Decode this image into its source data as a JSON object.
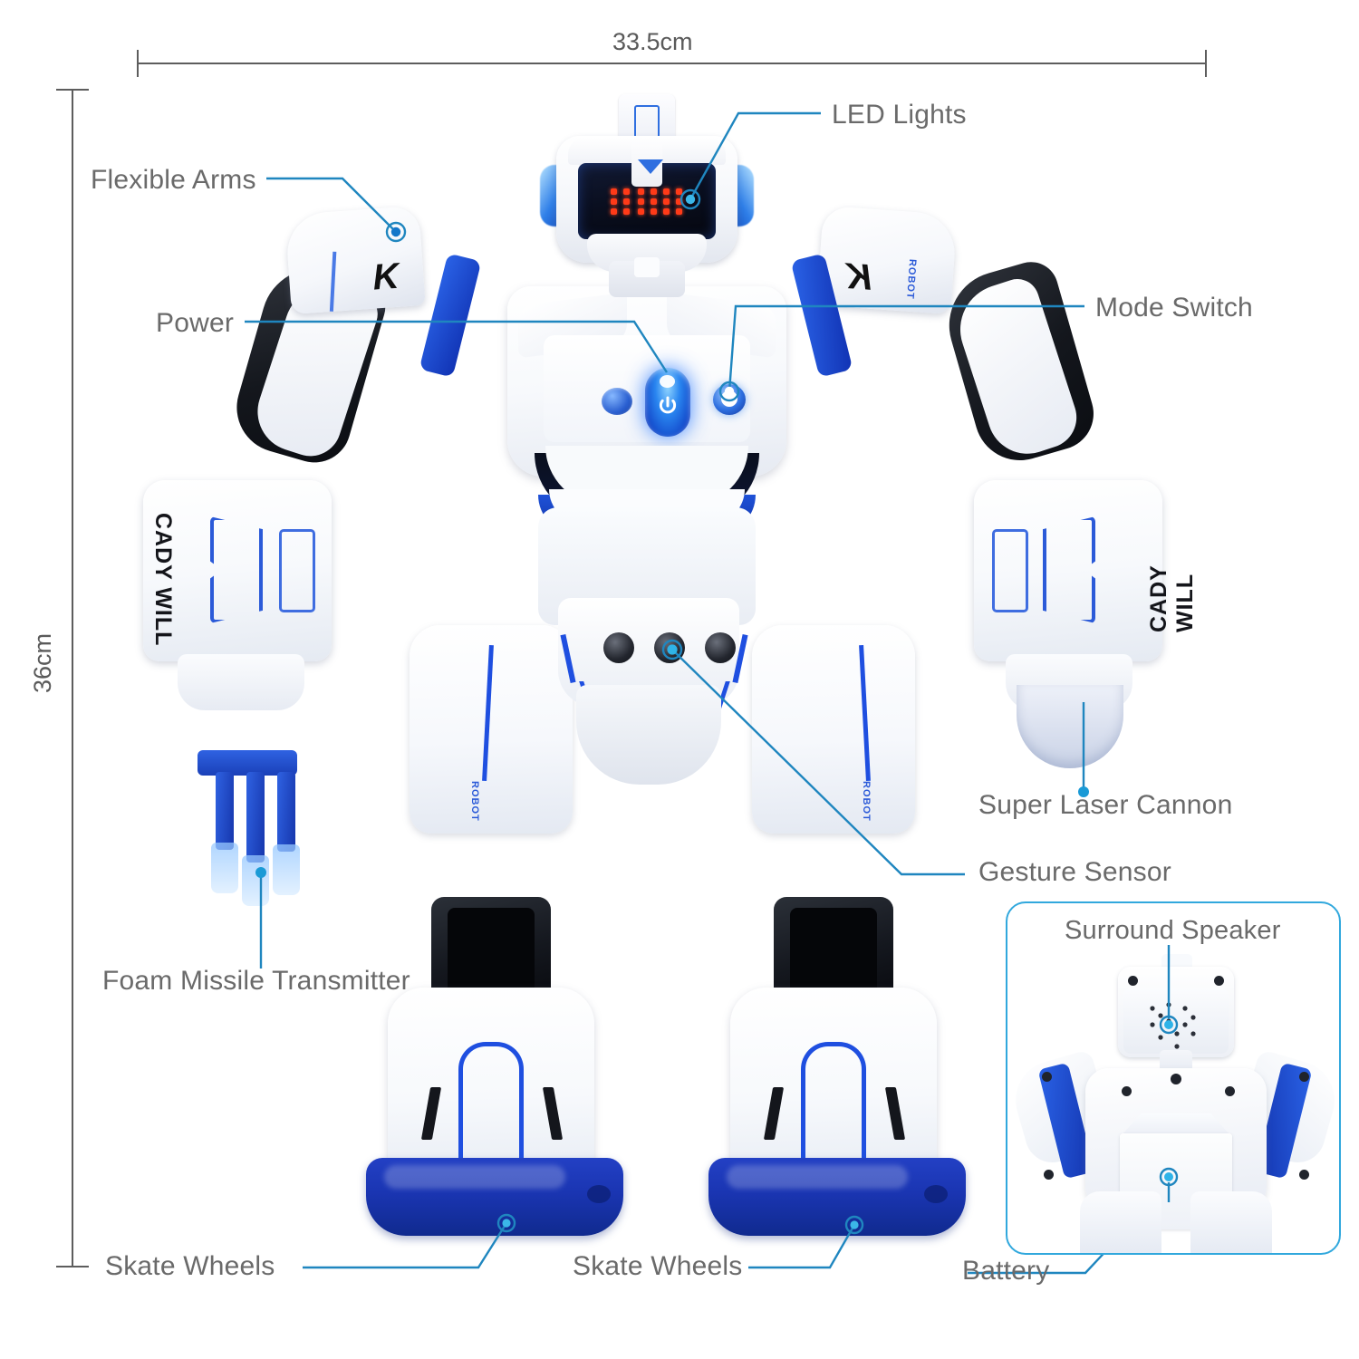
{
  "product": {
    "brand_text": "CADY WILL",
    "shoulder_logo_left": "K",
    "shoulder_logo_right": "K",
    "leg_text": "ROBOT",
    "arm_text": "ROBOT"
  },
  "dimensions": {
    "width": {
      "value": "33.5cm",
      "axis": "horizontal"
    },
    "height": {
      "value": "36cm",
      "axis": "vertical"
    }
  },
  "colors": {
    "leader_line": "#1f86bf",
    "label_text": "#6a6a6a",
    "dimension_line": "#5d5d5d",
    "accent_blue": "#1f52d8",
    "inset_border": "#31a8dd",
    "marker_fill": "#1a9ad6",
    "led_red": "#ff3a18"
  },
  "callouts": [
    {
      "id": "led-lights",
      "label": "LED Lights"
    },
    {
      "id": "flexible-arms",
      "label": "Flexible Arms"
    },
    {
      "id": "power",
      "label": "Power"
    },
    {
      "id": "mode-switch",
      "label": "Mode Switch"
    },
    {
      "id": "super-laser-cannon",
      "label": "Super Laser Cannon"
    },
    {
      "id": "gesture-sensor",
      "label": "Gesture Sensor"
    },
    {
      "id": "foam-missile-transmitter",
      "label": "Foam Missile Transmitter"
    },
    {
      "id": "skate-wheels-left",
      "label": "Skate Wheels"
    },
    {
      "id": "skate-wheels-right",
      "label": "Skate Wheels"
    },
    {
      "id": "battery",
      "label": "Battery"
    }
  ],
  "inset": {
    "view": "rear-view",
    "callouts": [
      {
        "id": "surround-speaker",
        "label": "Surround Speaker"
      }
    ]
  }
}
